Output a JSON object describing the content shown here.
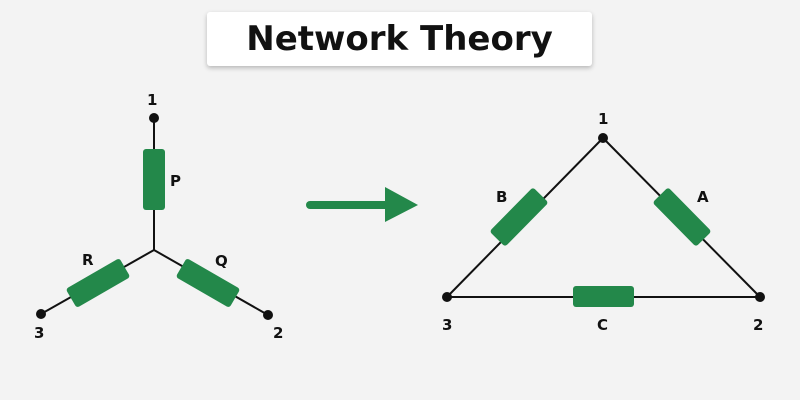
{
  "title": "Network Theory",
  "colors": {
    "resistor": "#23884a",
    "arrow": "#23884a",
    "wire": "#111111"
  },
  "star": {
    "nodes": [
      "1",
      "2",
      "3"
    ],
    "resistors": [
      "P",
      "Q",
      "R"
    ]
  },
  "delta": {
    "nodes": [
      "1",
      "2",
      "3"
    ],
    "resistors": [
      "A",
      "B",
      "C"
    ]
  }
}
